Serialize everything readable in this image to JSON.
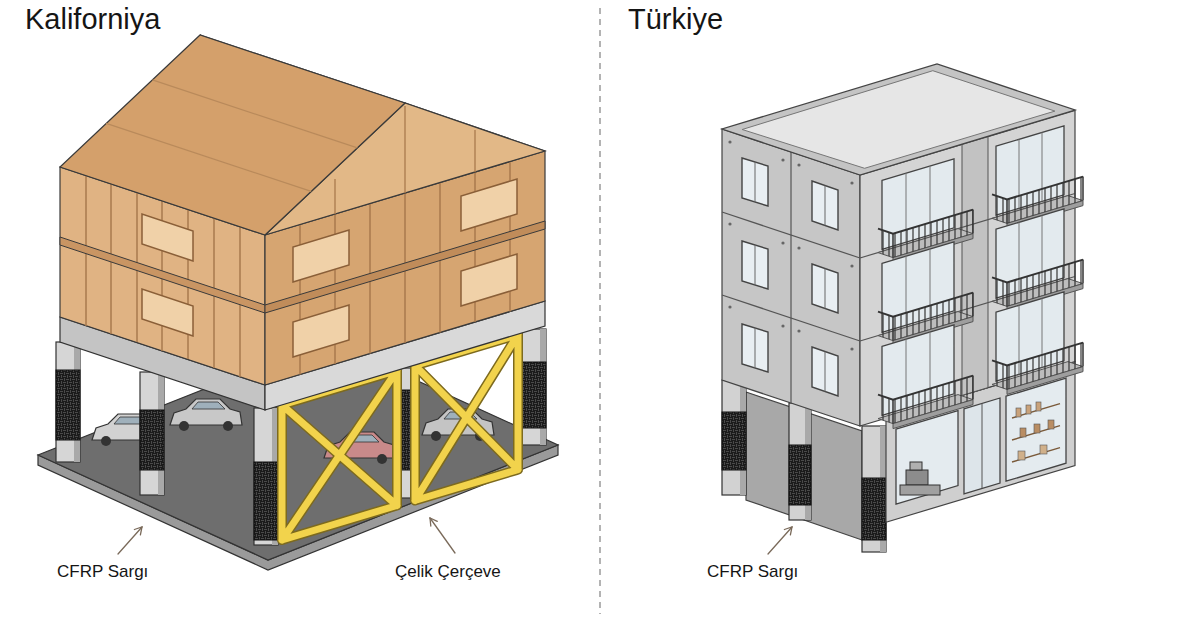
{
  "diagram": {
    "labels": [
      "Kaliforniya",
      "Türkiye",
      "CFRP Sargı",
      "Çelik Çerçeve",
      "CFRP Sargı"
    ]
  }
}
